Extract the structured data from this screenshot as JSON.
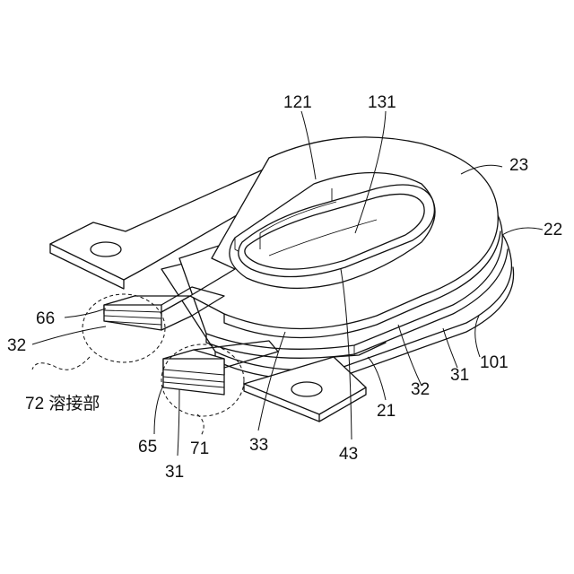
{
  "labels": {
    "l121": "121",
    "l131": "131",
    "l23": "23",
    "l22": "22",
    "l66": "66",
    "l32a": "32",
    "l72": "72 溶接部",
    "l101": "101",
    "l31a": "31",
    "l32b": "32",
    "l21": "21",
    "l65": "65",
    "l33": "33",
    "l43": "43",
    "l71": "71",
    "l31b": "31"
  }
}
